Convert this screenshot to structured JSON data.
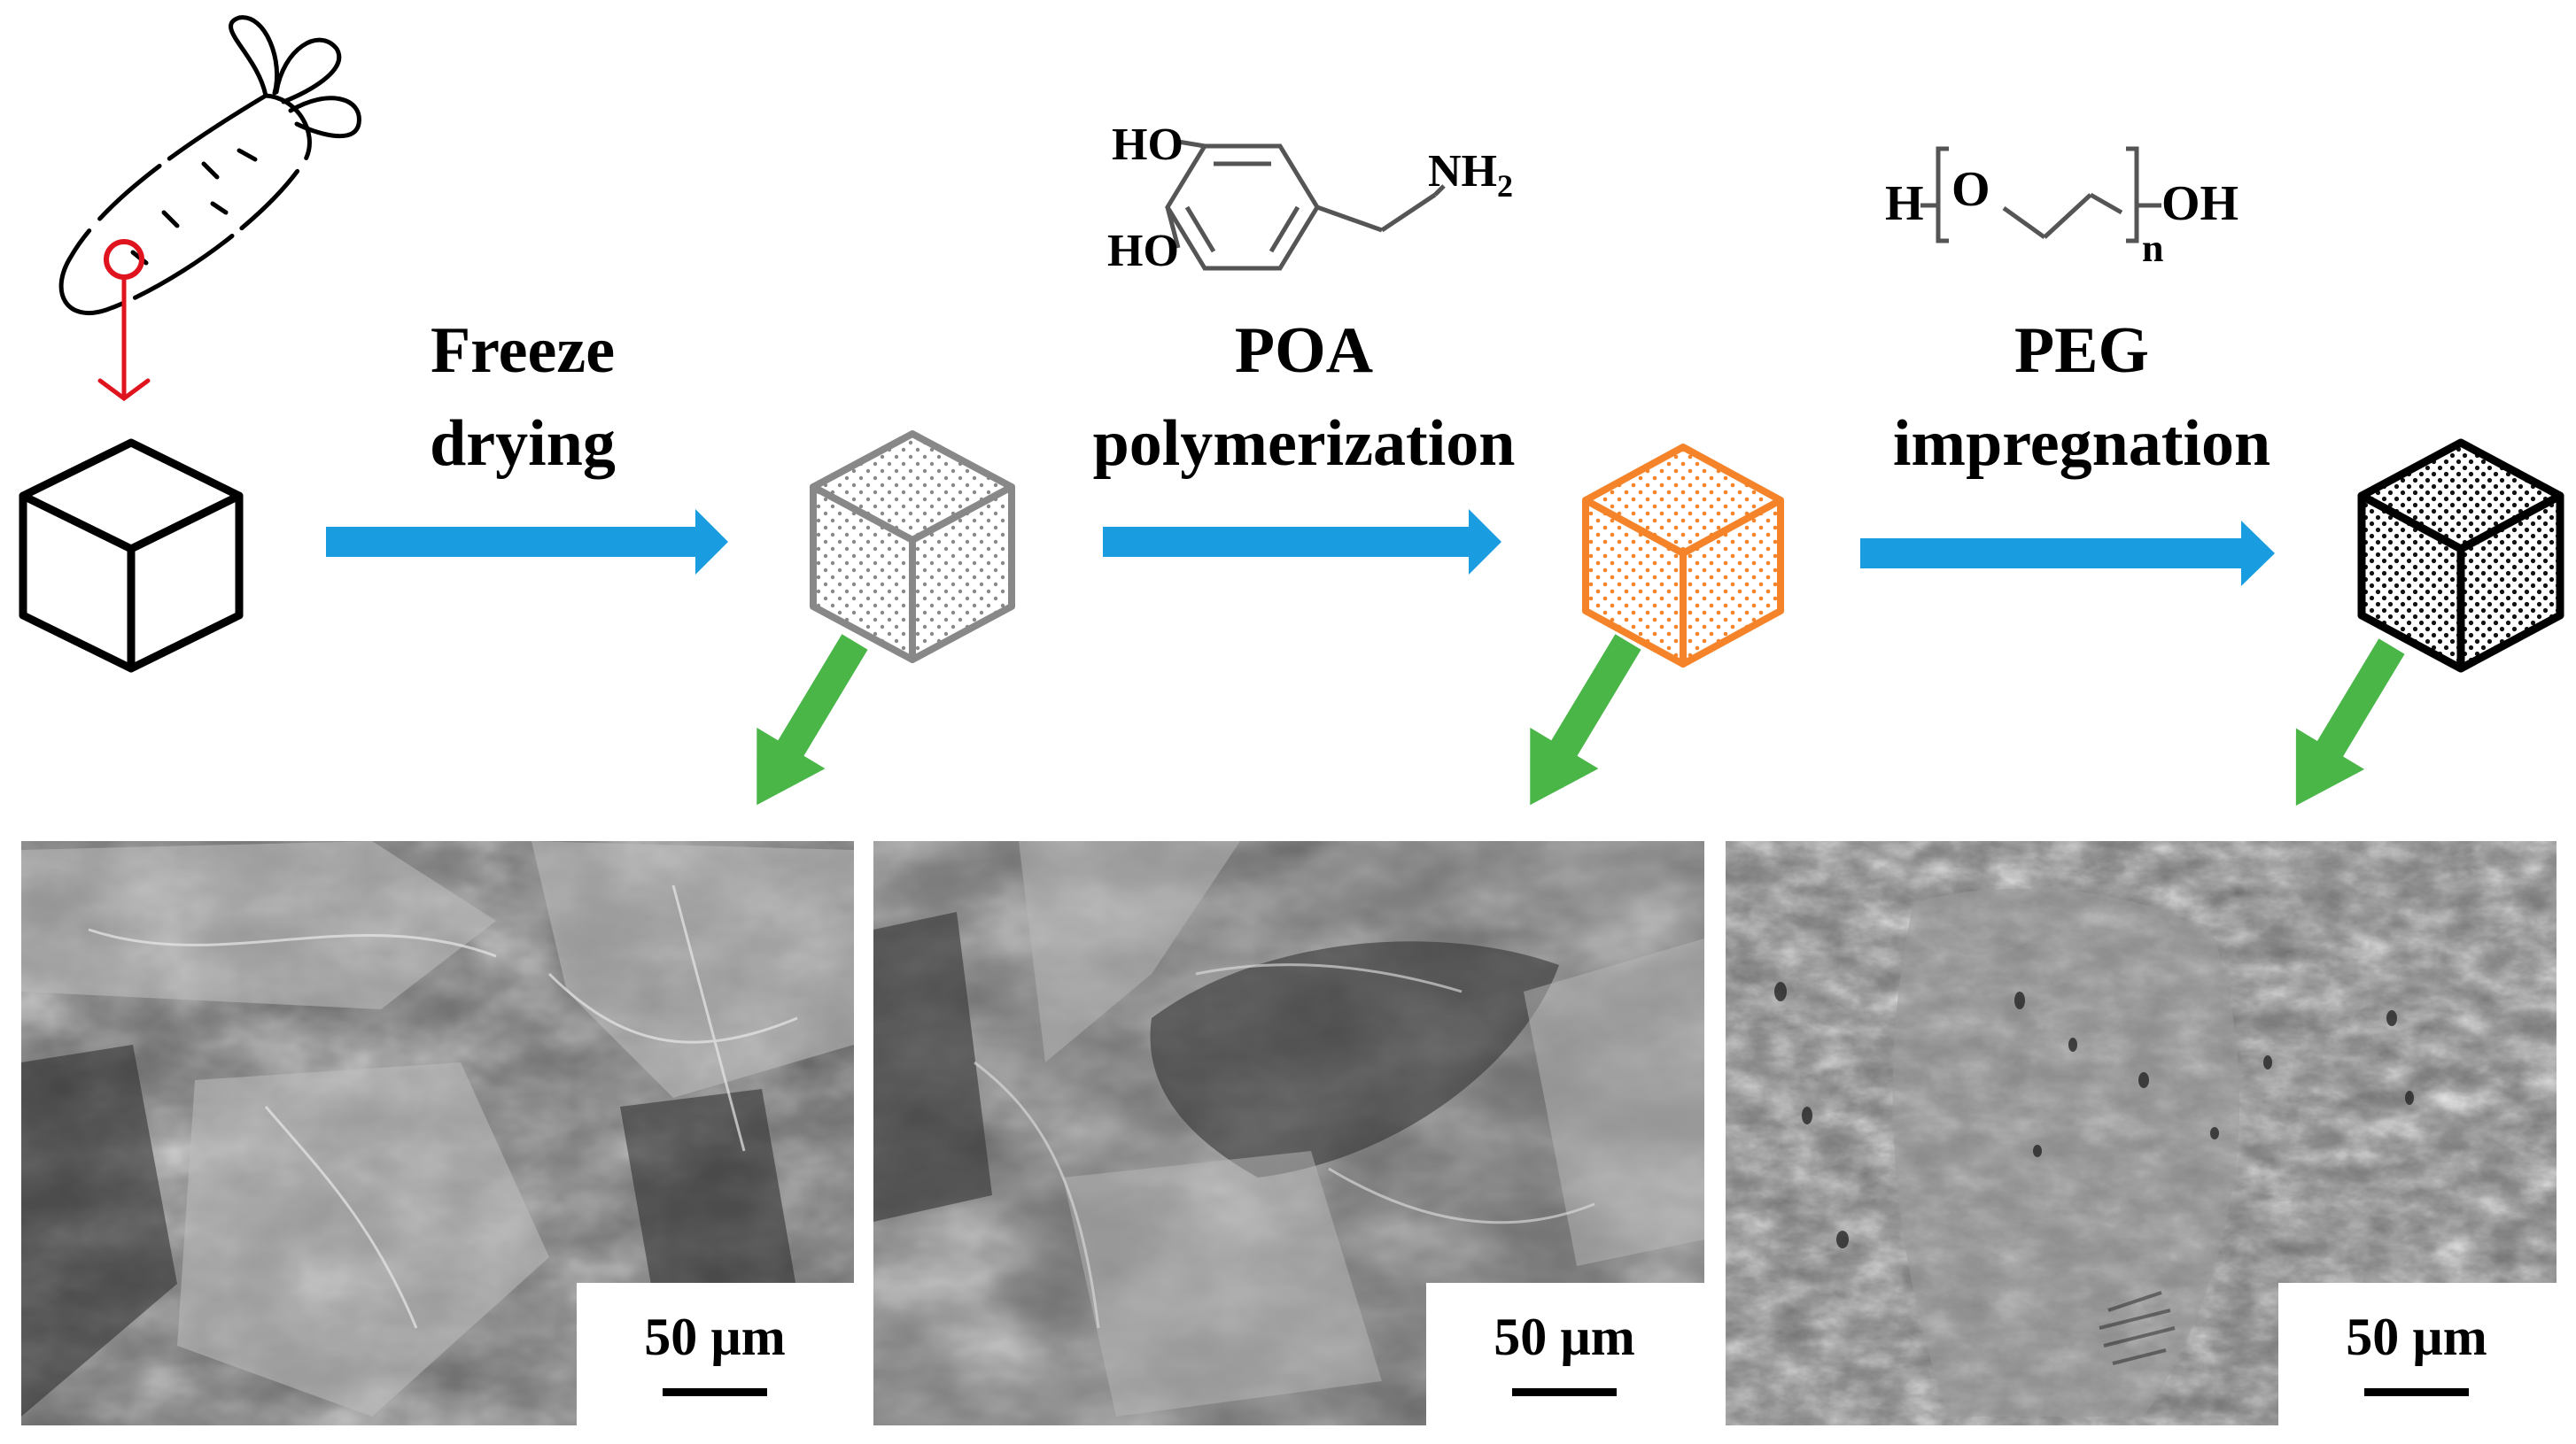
{
  "steps": [
    {
      "line1": "Freeze",
      "line2": "drying"
    },
    {
      "line1": "POA",
      "line2": "polymerization"
    },
    {
      "line1": "PEG",
      "line2": "impregnation"
    }
  ],
  "dopamine": {
    "ho_top": "HO",
    "ho_bottom": "HO",
    "amine": "NH",
    "amine_sub": "2"
  },
  "peg": {
    "h": "H",
    "o": "O",
    "n": "n",
    "oh": "OH"
  },
  "scale_bars": [
    "50 µm",
    "50 µm",
    "50 µm"
  ],
  "colors": {
    "process_arrow": "#1a9de0",
    "down_arrow": "#4ab648",
    "cube_raw": "#000000",
    "cube_dried": "#888888",
    "cube_poa": "#f5832a",
    "cube_peg": "#000000",
    "carrot_sample": "#e0141e"
  },
  "icons": [
    "carrot-icon",
    "cube-icon"
  ]
}
